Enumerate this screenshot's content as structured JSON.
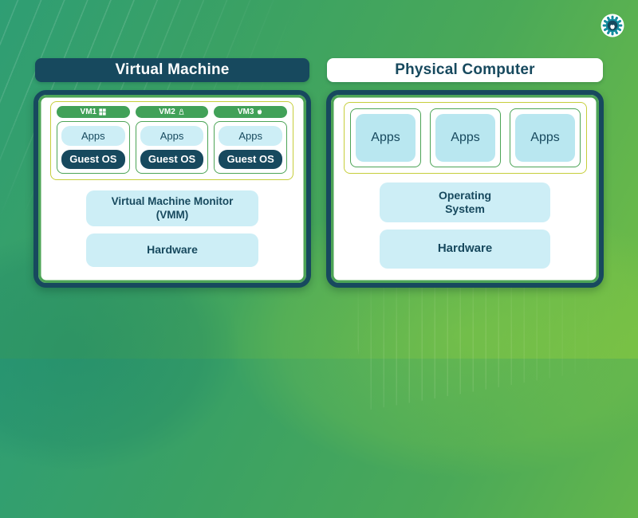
{
  "headers": {
    "left": "Virtual Machine",
    "right": "Physical Computer"
  },
  "vm_panel": {
    "vms": [
      {
        "label": "VM1",
        "os_icon": "windows-icon",
        "apps": "Apps",
        "guest_os": "Guest OS"
      },
      {
        "label": "VM2",
        "os_icon": "linux-icon",
        "apps": "Apps",
        "guest_os": "Guest OS"
      },
      {
        "label": "VM3",
        "os_icon": "apple-icon",
        "apps": "Apps",
        "guest_os": "Guest OS"
      }
    ],
    "vmm_line1": "Virtual Machine Monitor",
    "vmm_line2": "(VMM)",
    "hardware": "Hardware"
  },
  "physical_panel": {
    "apps": [
      "Apps",
      "Apps",
      "Apps"
    ],
    "os_line1": "Operating",
    "os_line2": "System",
    "hardware": "Hardware"
  },
  "colors": {
    "navy": "#17495e",
    "green_border": "#4ca456",
    "pill_green": "#41a158",
    "yellow_border": "#c6ce3b",
    "light_blue": "#cdeef6",
    "background_teal": "#2f9e74",
    "background_lime": "#71bd46",
    "logo_teal": "#128c9e"
  }
}
